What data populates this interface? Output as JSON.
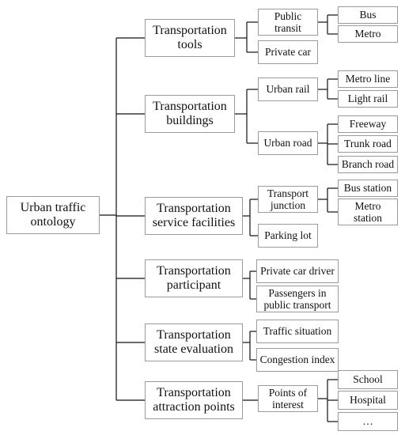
{
  "root": {
    "label": "Urban traffic\nontology"
  },
  "categories": [
    {
      "label": "Transportation\ntools"
    },
    {
      "label": "Transportation\nbuildings"
    },
    {
      "label": "Transportation\nservice facilities"
    },
    {
      "label": "Transportation\nparticipant"
    },
    {
      "label": "Transportation\nstate evaluation"
    },
    {
      "label": "Transportation\nattraction points"
    }
  ],
  "subcategories": [
    {
      "label": "Public\ntransit"
    },
    {
      "label": "Private car"
    },
    {
      "label": "Urban rail"
    },
    {
      "label": "Urban road"
    },
    {
      "label": "Transport\njunction"
    },
    {
      "label": "Parking lot"
    },
    {
      "label": "Private car driver"
    },
    {
      "label": "Passengers in\npublic transport"
    },
    {
      "label": "Traffic situation"
    },
    {
      "label": "Congestion index"
    },
    {
      "label": "Points of\ninterest"
    }
  ],
  "leaves": [
    {
      "label": "Bus"
    },
    {
      "label": "Metro"
    },
    {
      "label": "Metro line"
    },
    {
      "label": "Light rail"
    },
    {
      "label": "Freeway"
    },
    {
      "label": "Trunk road"
    },
    {
      "label": "Branch road"
    },
    {
      "label": "Bus station"
    },
    {
      "label": "Metro\nstation"
    },
    {
      "label": "School"
    },
    {
      "label": "Hospital"
    },
    {
      "label": "…"
    }
  ]
}
